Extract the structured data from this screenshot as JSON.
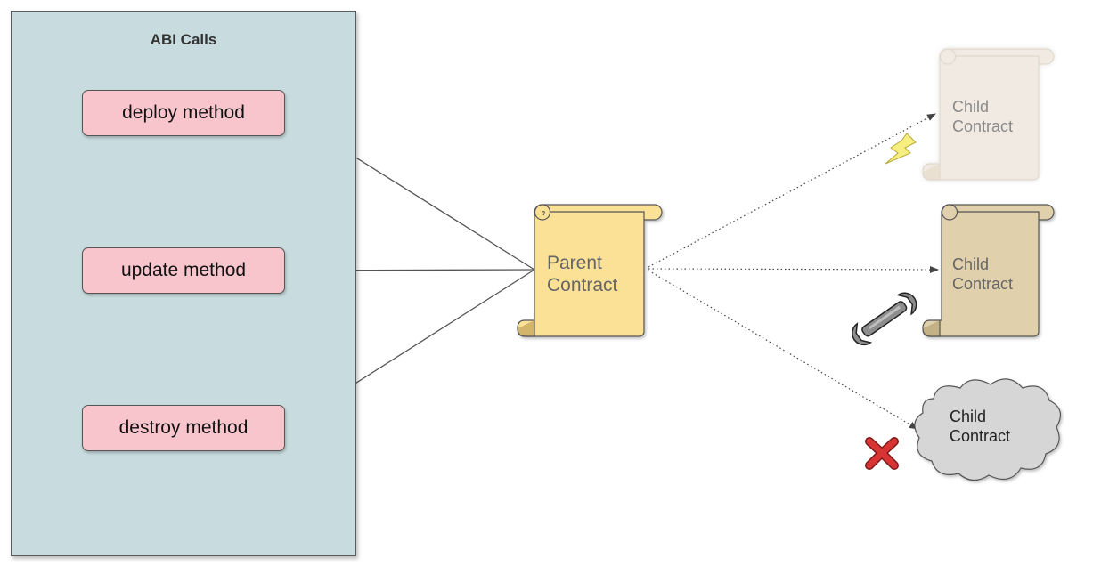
{
  "panel": {
    "title": "ABI Calls",
    "methods": [
      {
        "label": "deploy method"
      },
      {
        "label": "update method"
      },
      {
        "label": "destroy method"
      }
    ]
  },
  "parent": {
    "line1": "Parent",
    "line2": "Contract"
  },
  "children": [
    {
      "line1": "Child",
      "line2": "Contract",
      "state": "deployed",
      "icon": "lightning-icon"
    },
    {
      "line1": "Child",
      "line2": "Contract",
      "state": "updated",
      "icon": "wrench-icon"
    },
    {
      "line1": "Child",
      "line2": "Contract",
      "state": "destroyed",
      "icon": "red-x-icon"
    }
  ],
  "colors": {
    "panel_bg": "#c8dcdf",
    "method_bg": "#f9c5cc",
    "parent_scroll": "#fbe196",
    "child_faded_scroll": "#ede4d9",
    "child_updated_scroll": "#e0d0ab",
    "cloud": "#d6d6d6",
    "destroy_mark": "#d93434",
    "lightning": "#f6ee7f"
  }
}
